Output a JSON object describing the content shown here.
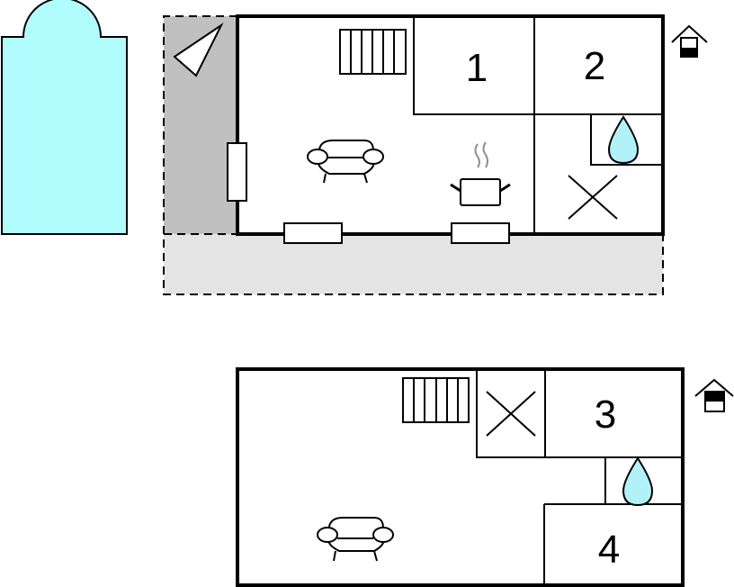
{
  "colors": {
    "pool": "#b1fcfd",
    "water_drop": "#b1f1f8",
    "terrace_dark": "#c0c0c0",
    "terrace_light": "#e4e4e4",
    "wall": "#000000",
    "steam": "#909090"
  },
  "ground_floor": {
    "floor_indicator_icon": "house-ground-floor-icon",
    "rooms": [
      {
        "label": "1",
        "type": "bedroom"
      },
      {
        "label": "2",
        "type": "bedroom"
      }
    ],
    "features": [
      "pool",
      "covered-terrace",
      "terrace",
      "stairs",
      "sofa",
      "kitchen",
      "bathroom",
      "toilet",
      "window",
      "satellite-dish"
    ]
  },
  "upper_floor": {
    "floor_indicator_icon": "house-upper-floor-icon",
    "rooms": [
      {
        "label": "3",
        "type": "bedroom"
      },
      {
        "label": "4",
        "type": "bedroom"
      }
    ],
    "features": [
      "stairs",
      "sofa",
      "storage",
      "bathroom"
    ]
  }
}
